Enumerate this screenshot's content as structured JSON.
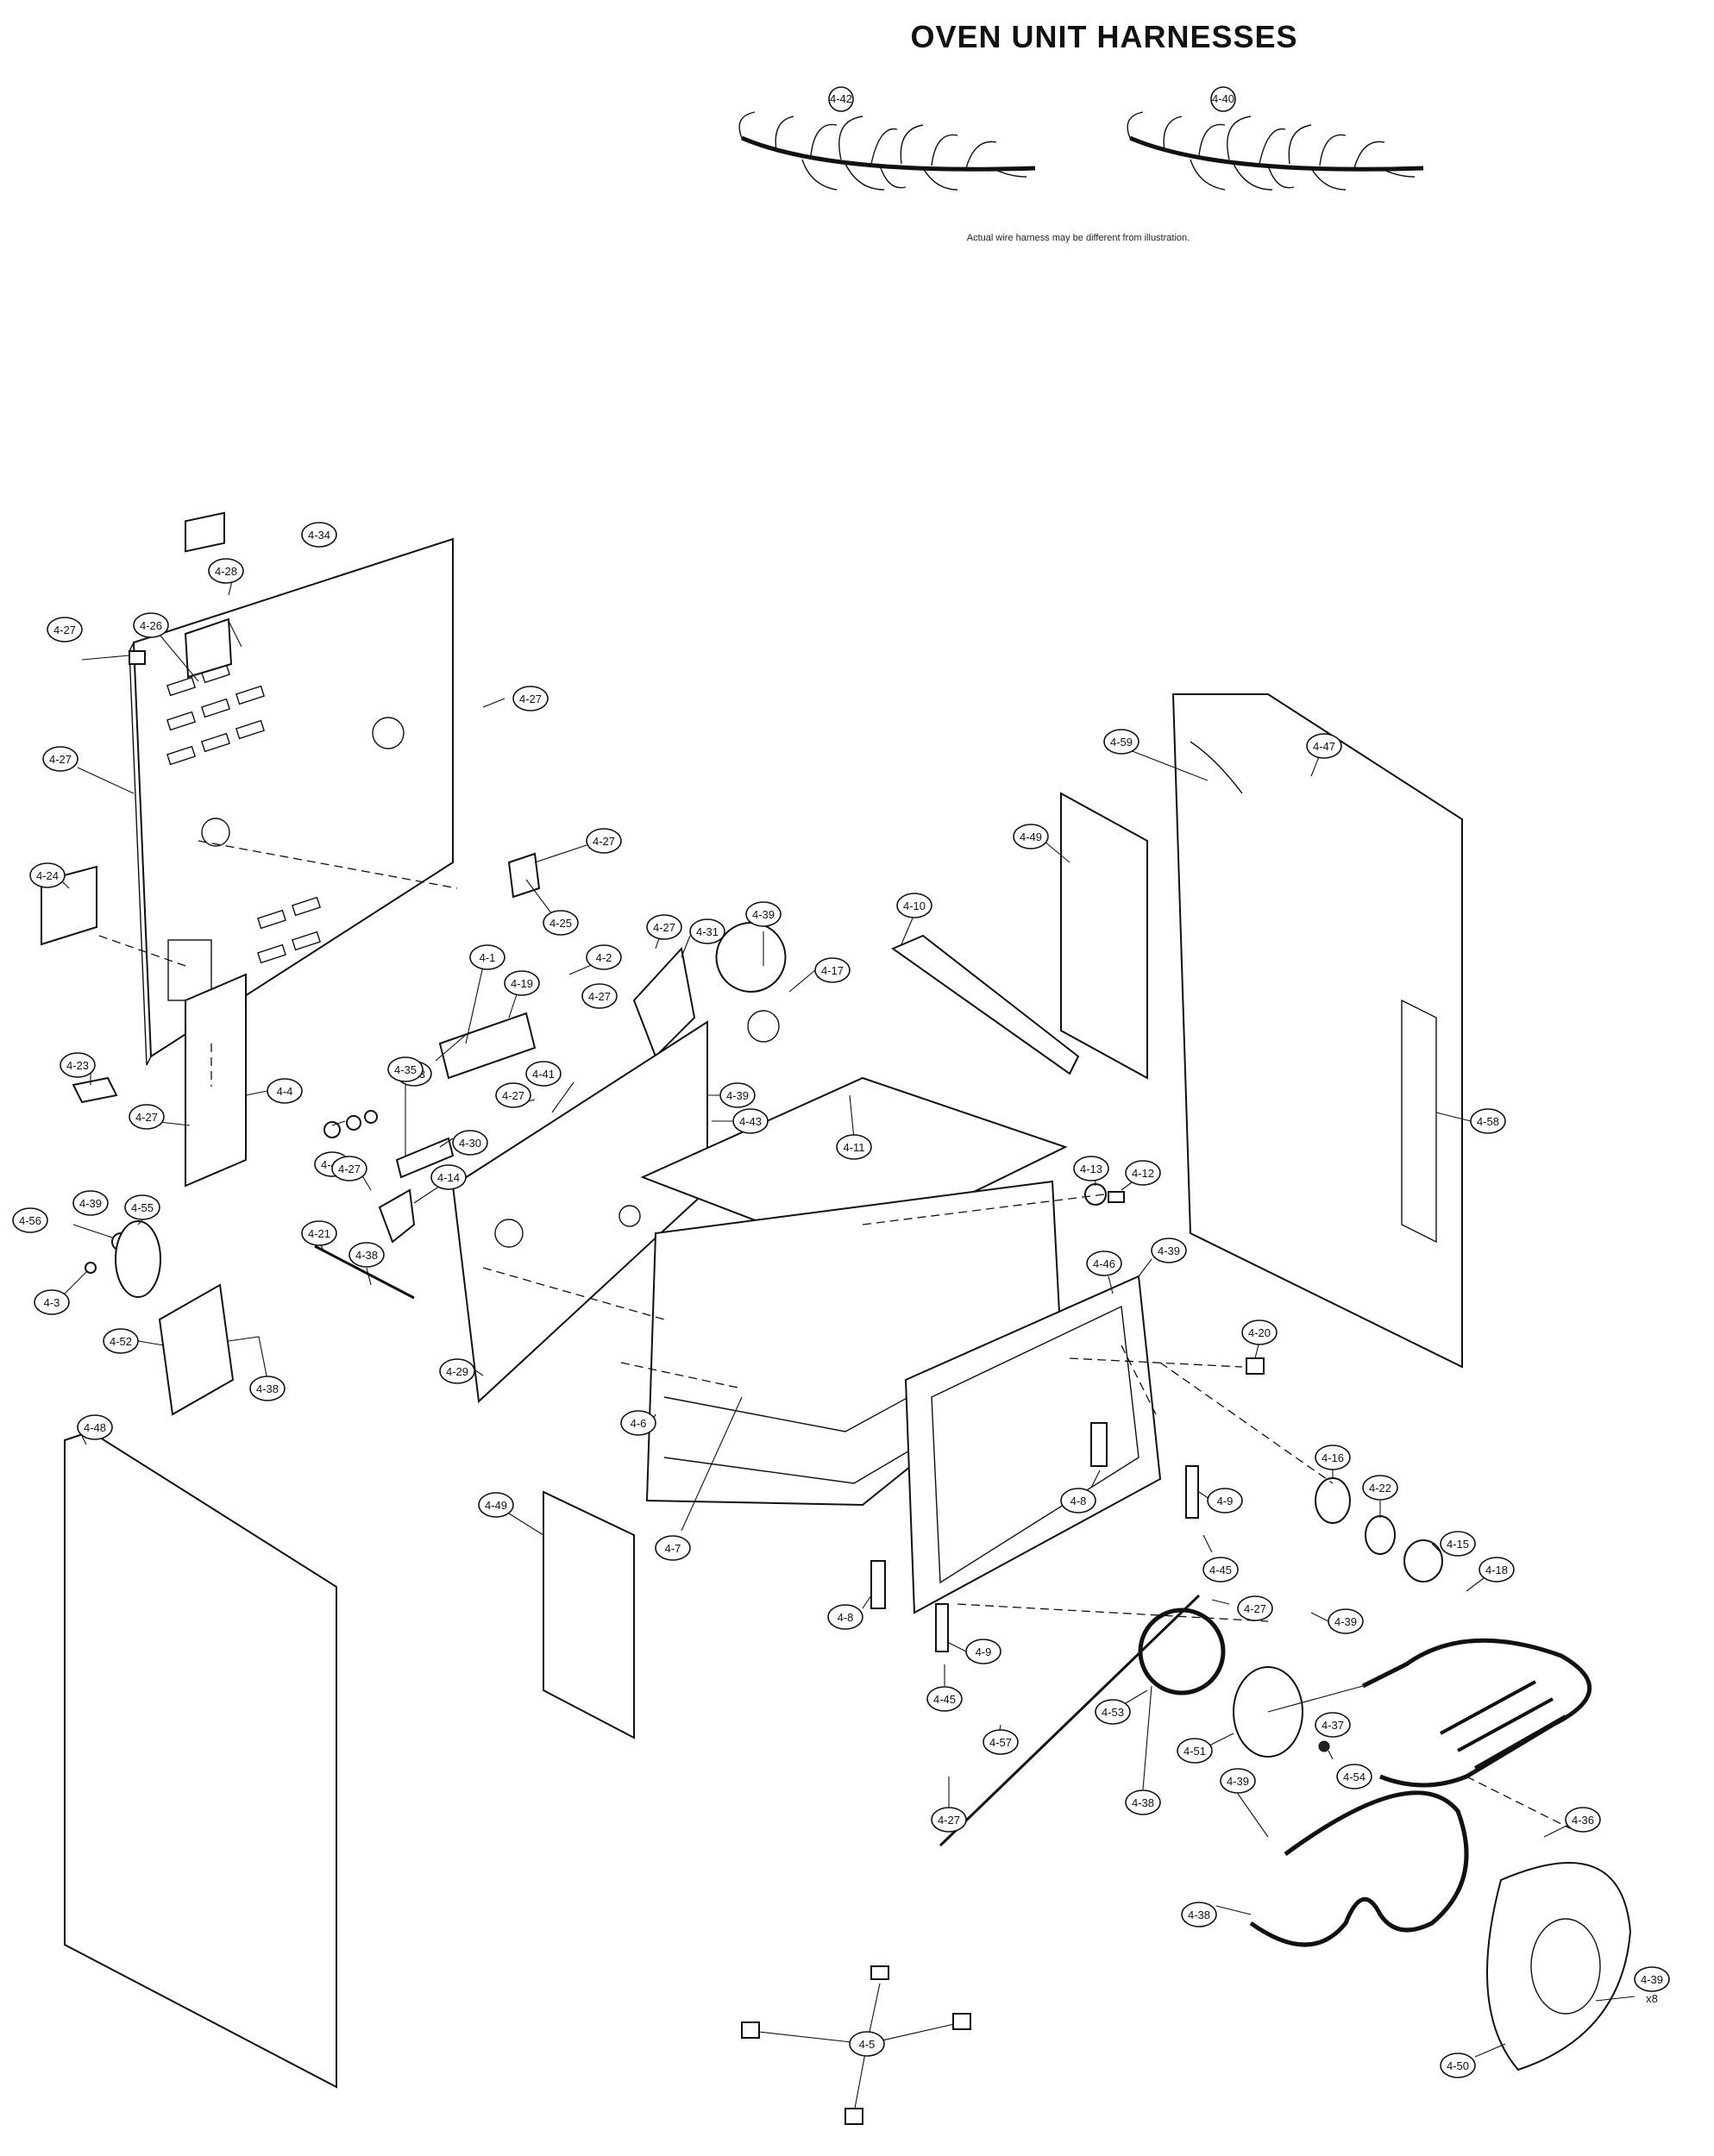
{
  "header": {
    "title": "OVEN UNIT HARNESSES",
    "harness_note": "Actual wire harness may be different from illustration."
  },
  "harness_labels": [
    "4-42",
    "4-40"
  ],
  "callouts": [
    {
      "id": "c1",
      "label": "4-34"
    },
    {
      "id": "c2",
      "label": "4-28"
    },
    {
      "id": "c3",
      "label": "4-26"
    },
    {
      "id": "c4",
      "label": "4-27"
    },
    {
      "id": "c5",
      "label": "4-27"
    },
    {
      "id": "c6",
      "label": "4-27"
    },
    {
      "id": "c7",
      "label": "4-24"
    },
    {
      "id": "c8",
      "label": "4-27"
    },
    {
      "id": "c9",
      "label": "4-25"
    },
    {
      "id": "c10",
      "label": "4-23"
    },
    {
      "id": "c11",
      "label": "4-39"
    },
    {
      "id": "c12",
      "label": "4-27"
    },
    {
      "id": "c13",
      "label": "4-4"
    },
    {
      "id": "c14",
      "label": "4-1"
    },
    {
      "id": "c15",
      "label": "4-19"
    },
    {
      "id": "c16",
      "label": "4-33"
    },
    {
      "id": "c17",
      "label": "4-2"
    },
    {
      "id": "c18",
      "label": "4-27"
    },
    {
      "id": "c19",
      "label": "4-27"
    },
    {
      "id": "c20",
      "label": "4-31"
    },
    {
      "id": "c21",
      "label": "4-39"
    },
    {
      "id": "c22",
      "label": "4-17"
    },
    {
      "id": "c23",
      "label": "4-10"
    },
    {
      "id": "c24",
      "label": "4-49"
    },
    {
      "id": "c25",
      "label": "4-59"
    },
    {
      "id": "c26",
      "label": "4-47"
    },
    {
      "id": "c27",
      "label": "4-58"
    },
    {
      "id": "c28",
      "label": "4-35"
    },
    {
      "id": "c29",
      "label": "4-44"
    },
    {
      "id": "c30",
      "label": "4-30"
    },
    {
      "id": "c31",
      "label": "4-27"
    },
    {
      "id": "c32",
      "label": "4-41"
    },
    {
      "id": "c33",
      "label": "4-39"
    },
    {
      "id": "c34",
      "label": "4-43"
    },
    {
      "id": "c35",
      "label": "4-11"
    },
    {
      "id": "c36",
      "label": "4-27"
    },
    {
      "id": "c37",
      "label": "4-14"
    },
    {
      "id": "c38",
      "label": "4-21"
    },
    {
      "id": "c39",
      "label": "4-38"
    },
    {
      "id": "c40",
      "label": "4-56"
    },
    {
      "id": "c41",
      "label": "4-55"
    },
    {
      "id": "c42",
      "label": "4-3"
    },
    {
      "id": "c43",
      "label": "4-52"
    },
    {
      "id": "c44",
      "label": "4-38"
    },
    {
      "id": "c45",
      "label": "4-29"
    },
    {
      "id": "c46",
      "label": "4-13"
    },
    {
      "id": "c47",
      "label": "4-12"
    },
    {
      "id": "c48",
      "label": "4-46"
    },
    {
      "id": "c49",
      "label": "4-39"
    },
    {
      "id": "c50",
      "label": "4-20"
    },
    {
      "id": "c51",
      "label": "4-48"
    },
    {
      "id": "c52",
      "label": "4-6"
    },
    {
      "id": "c53",
      "label": "4-49"
    },
    {
      "id": "c54",
      "label": "4-7"
    },
    {
      "id": "c55",
      "label": "4-8"
    },
    {
      "id": "c56",
      "label": "4-9"
    },
    {
      "id": "c57",
      "label": "4-16"
    },
    {
      "id": "c58",
      "label": "4-22"
    },
    {
      "id": "c59",
      "label": "4-15"
    },
    {
      "id": "c60",
      "label": "4-18"
    },
    {
      "id": "c61",
      "label": "4-45"
    },
    {
      "id": "c62",
      "label": "4-27"
    },
    {
      "id": "c63",
      "label": "4-39"
    },
    {
      "id": "c64",
      "label": "4-8"
    },
    {
      "id": "c65",
      "label": "4-9"
    },
    {
      "id": "c66",
      "label": "4-45"
    },
    {
      "id": "c67",
      "label": "4-57"
    },
    {
      "id": "c68",
      "label": "4-53"
    },
    {
      "id": "c69",
      "label": "4-51"
    },
    {
      "id": "c70",
      "label": "4-37"
    },
    {
      "id": "c71",
      "label": "4-54"
    },
    {
      "id": "c72",
      "label": "4-27"
    },
    {
      "id": "c73",
      "label": "4-38"
    },
    {
      "id": "c74",
      "label": "4-39"
    },
    {
      "id": "c75",
      "label": "4-36"
    },
    {
      "id": "c76",
      "label": "4-38"
    },
    {
      "id": "c77",
      "label": "4-39"
    },
    {
      "id": "c78",
      "label": "4-50"
    },
    {
      "id": "c79",
      "label": "4-5"
    }
  ],
  "extra_text": {
    "qty_x8": "x8"
  }
}
